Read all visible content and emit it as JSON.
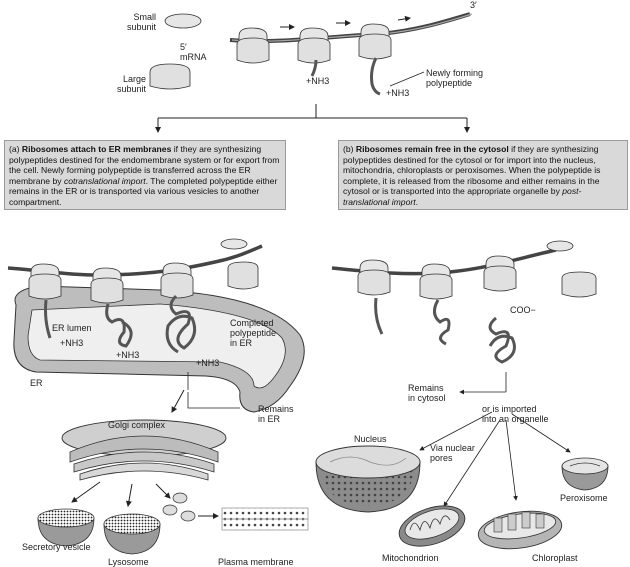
{
  "top": {
    "small_subunit": [
      "Small",
      "subunit"
    ],
    "large_subunit": [
      "Large",
      "subunit"
    ],
    "five_prime_mrna": [
      "5′",
      "mRNA"
    ],
    "three_prime": "3′",
    "nh3": "+NH3",
    "nh3_2": "+NH3",
    "newly_forming": [
      "Newly forming",
      "polypeptide"
    ]
  },
  "box_a": {
    "prefix": "(a) ",
    "bold": "Ribosomes attach to ER membranes",
    "body": " if they are synthesizing polypeptides destined for the endomembrane system or for export from the cell. Newly forming polypeptide is transferred across the ER membrane by ",
    "italic": "cotranslational import",
    "tail": ". The completed polypeptide either remains in the ER or is transported via various vesicles to another compartment."
  },
  "box_b": {
    "prefix": "(b) ",
    "bold": "Ribosomes remain free in the cytosol",
    "body": " if they are synthesizing polypeptides destined for the cytosol or for import into the nucleus, mitochondria, chloroplasts or peroxisomes. When the polypeptide is complete, it is released from the ribosome and either remains in the cytosol or is transported into the appropriate organelle by ",
    "italic": "post-translational import",
    "tail": "."
  },
  "left": {
    "er_lumen": "ER lumen",
    "nh3_a": "+NH3",
    "nh3_b": "+NH3",
    "nh3_c": "+NH3",
    "completed": [
      "Completed",
      "polypeptide",
      "in ER"
    ],
    "er": "ER",
    "remains_in_er": [
      "Remains",
      "in ER"
    ],
    "golgi": "Golgi complex",
    "secretory": "Secretory vesicle",
    "lysosome": "Lysosome",
    "plasma": "Plasma membrane"
  },
  "right": {
    "coo": "COO−",
    "remains_cytosol": [
      "Remains",
      "in cytosol"
    ],
    "imported": [
      "or is imported",
      "into an organelle"
    ],
    "nucleus": "Nucleus",
    "via_pores": [
      "Via nuclear",
      "pores"
    ],
    "peroxisome": "Peroxisome",
    "mitochondrion": "Mitochondrion",
    "chloroplast": "Chloroplast"
  },
  "colors": {
    "ribosome": "#e4e4e4",
    "outline": "#333333",
    "chain": "#555555",
    "box_bg": "#d9d9d9",
    "er_fill": "#bdbdbd",
    "lumen_fill": "#eeeeee"
  }
}
